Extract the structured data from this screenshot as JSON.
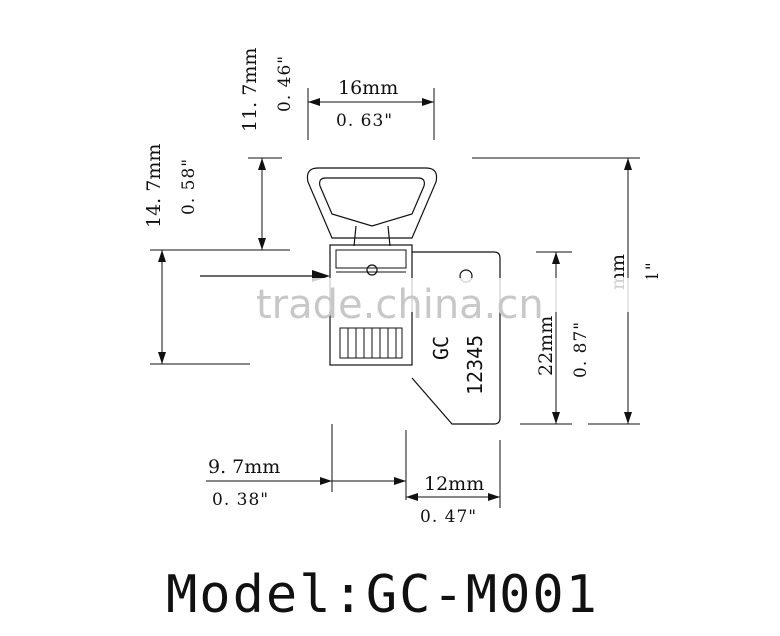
{
  "dimensions": {
    "top_height": {
      "mm": "11. 7mm",
      "inch": "0. 46\""
    },
    "top_width": {
      "mm": "16mm",
      "inch": "0. 63\""
    },
    "left_height": {
      "mm": "14. 7mm",
      "inch": "0. 58\""
    },
    "right_tag_height": {
      "mm": "22mm",
      "inch": "0. 87\""
    },
    "right_total": {
      "mm": "mm",
      "inch": "1\""
    },
    "bottom_left": {
      "mm": "9. 7mm",
      "inch": "0. 38\""
    },
    "bottom_right": {
      "mm": "12mm",
      "inch": "0. 47\""
    }
  },
  "tag": {
    "line1": "GC",
    "line2": "12345"
  },
  "model_label": "Model:GC-M001",
  "watermark": "trade.china.cn"
}
